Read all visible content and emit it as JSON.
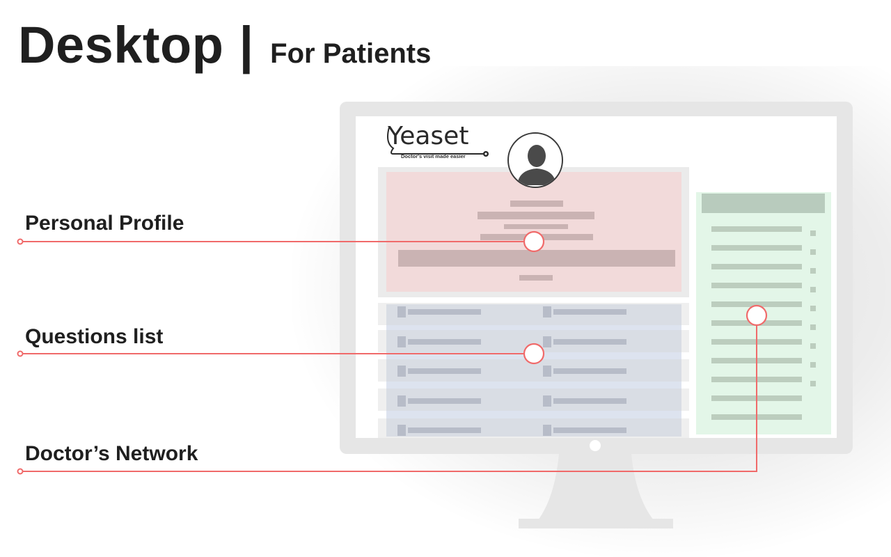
{
  "heading": {
    "main": "Desktop",
    "separator": "|",
    "sub": "For Patients"
  },
  "logo": {
    "name": "Yeaset",
    "tagline": "Doctor's visit made easier"
  },
  "callouts": [
    {
      "label": "Personal Profile"
    },
    {
      "label": "Questions list"
    },
    {
      "label": "Doctor’s Network"
    }
  ],
  "colors": {
    "callout_line": "#f06a6a",
    "profile_panel": "#f2dada",
    "questions_panel": "#dde3ef",
    "network_panel": "#e3f6e8"
  },
  "icons": [
    "avatar-icon",
    "logo-stethoscope-icon"
  ]
}
